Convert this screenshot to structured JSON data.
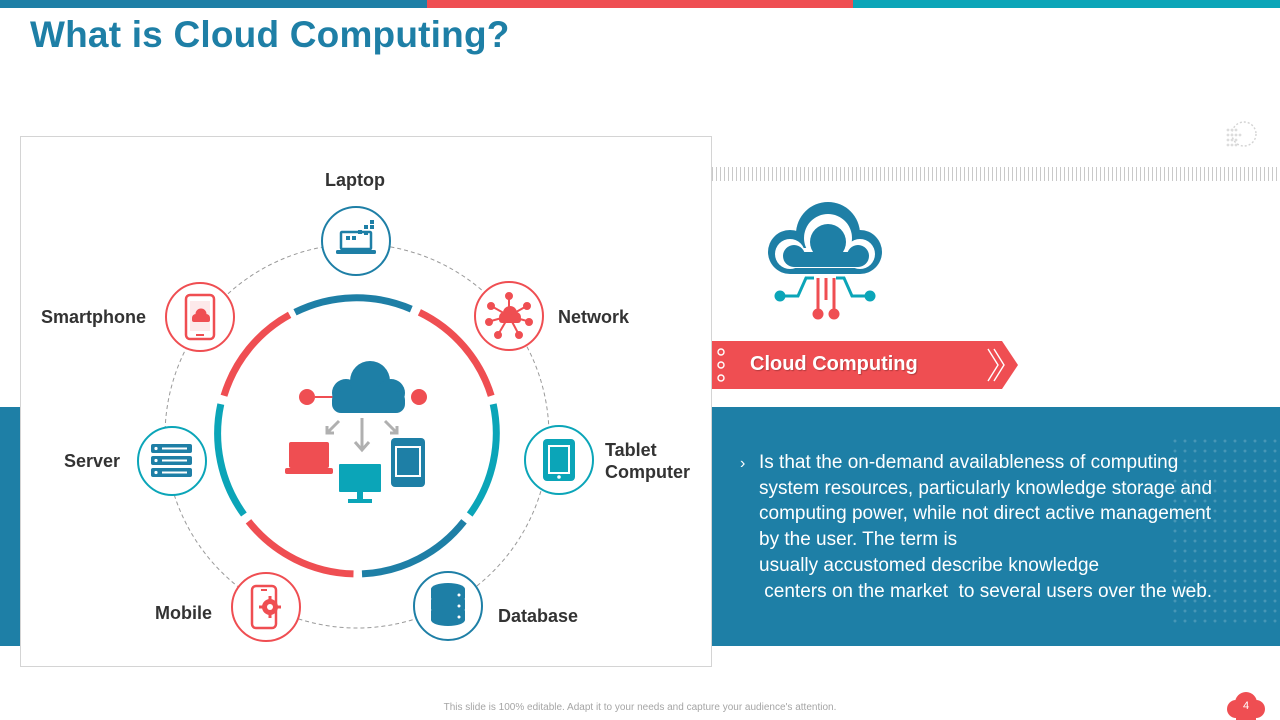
{
  "slide": {
    "title": "What is Cloud Computing?",
    "page_number": "4",
    "footer": "This slide is 100% editable. Adapt it to your needs and capture your audience's attention."
  },
  "colors": {
    "blue": "#1e7fa6",
    "red": "#ef4e52",
    "teal": "#0ba5b8",
    "text_dark": "#333333"
  },
  "diagram": {
    "nodes": [
      {
        "label": "Laptop",
        "icon": "laptop-icon",
        "color": "blue"
      },
      {
        "label": "Network",
        "icon": "network-icon",
        "color": "red"
      },
      {
        "label": "Tablet Computer",
        "icon": "tablet-icon",
        "color": "teal"
      },
      {
        "label": "Database",
        "icon": "database-icon",
        "color": "blue"
      },
      {
        "label": "Mobile",
        "icon": "mobile-gear-icon",
        "color": "red"
      },
      {
        "label": "Server",
        "icon": "server-icon",
        "color": "teal"
      },
      {
        "label": "Smartphone",
        "icon": "smartphone-icon",
        "color": "red"
      }
    ],
    "center_icon": "cloud-devices-icon"
  },
  "cloud_section": {
    "icon": "cloud-circuit-icon",
    "banner_label": "Cloud Computing",
    "description_lines": [
      "Is that the on-demand  availableness of computing",
      "system resources, particularly knowledge  storage and",
      "computing  power, while not direct active management",
      "by the user. The term is",
      "usually  accustomed describe knowledge",
      " centers on the market  to several users over the web."
    ]
  }
}
